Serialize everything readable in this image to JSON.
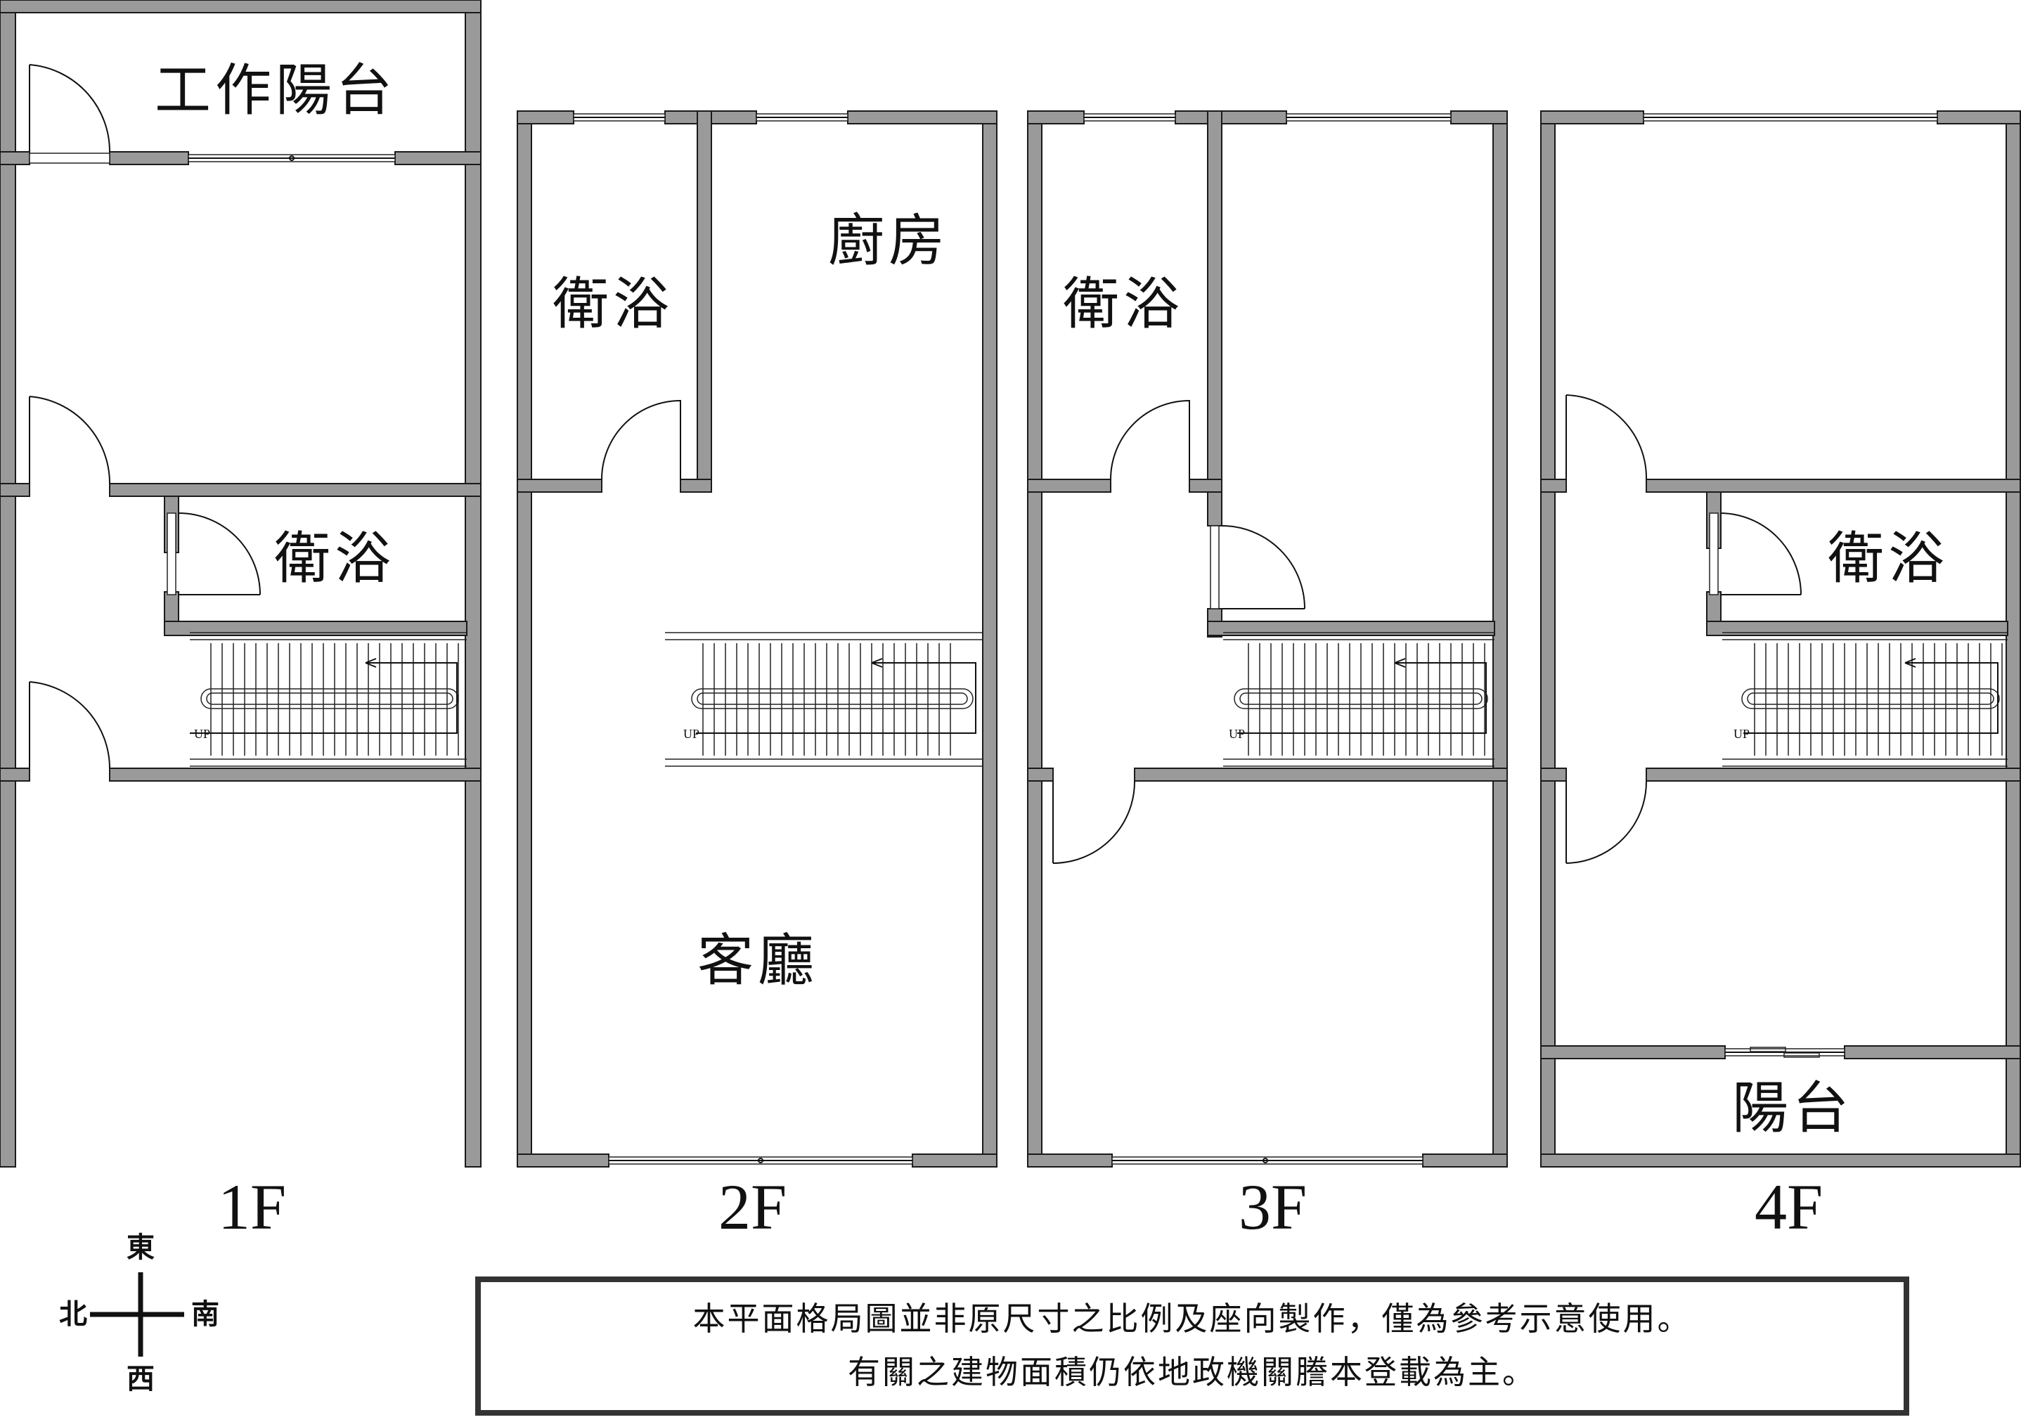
{
  "floors": [
    {
      "label": "1F",
      "rooms": {
        "work_balcony": "工作陽台",
        "bathroom": "衛浴"
      },
      "stairs_up": "UP"
    },
    {
      "label": "2F",
      "rooms": {
        "bathroom": "衛浴",
        "kitchen": "廚房",
        "living_room": "客廳"
      },
      "stairs_up": "UP"
    },
    {
      "label": "3F",
      "rooms": {
        "bathroom": "衛浴"
      },
      "stairs_up": "UP"
    },
    {
      "label": "4F",
      "rooms": {
        "bathroom": "衛浴",
        "balcony": "陽台"
      },
      "stairs_up": "UP"
    }
  ],
  "compass": {
    "north": "北",
    "south": "南",
    "east": "東",
    "west": "西"
  },
  "disclaimer": {
    "line1": "本平面格局圖並非原尺寸之比例及座向製作，僅為參考示意使用。",
    "line2": "有關之建物面積仍依地政機關謄本登載為主。"
  },
  "colors": {
    "wall_fill": "#9a9a9a",
    "wall_outline": "#1a1a1a",
    "line": "#111111",
    "background": "#ffffff"
  }
}
